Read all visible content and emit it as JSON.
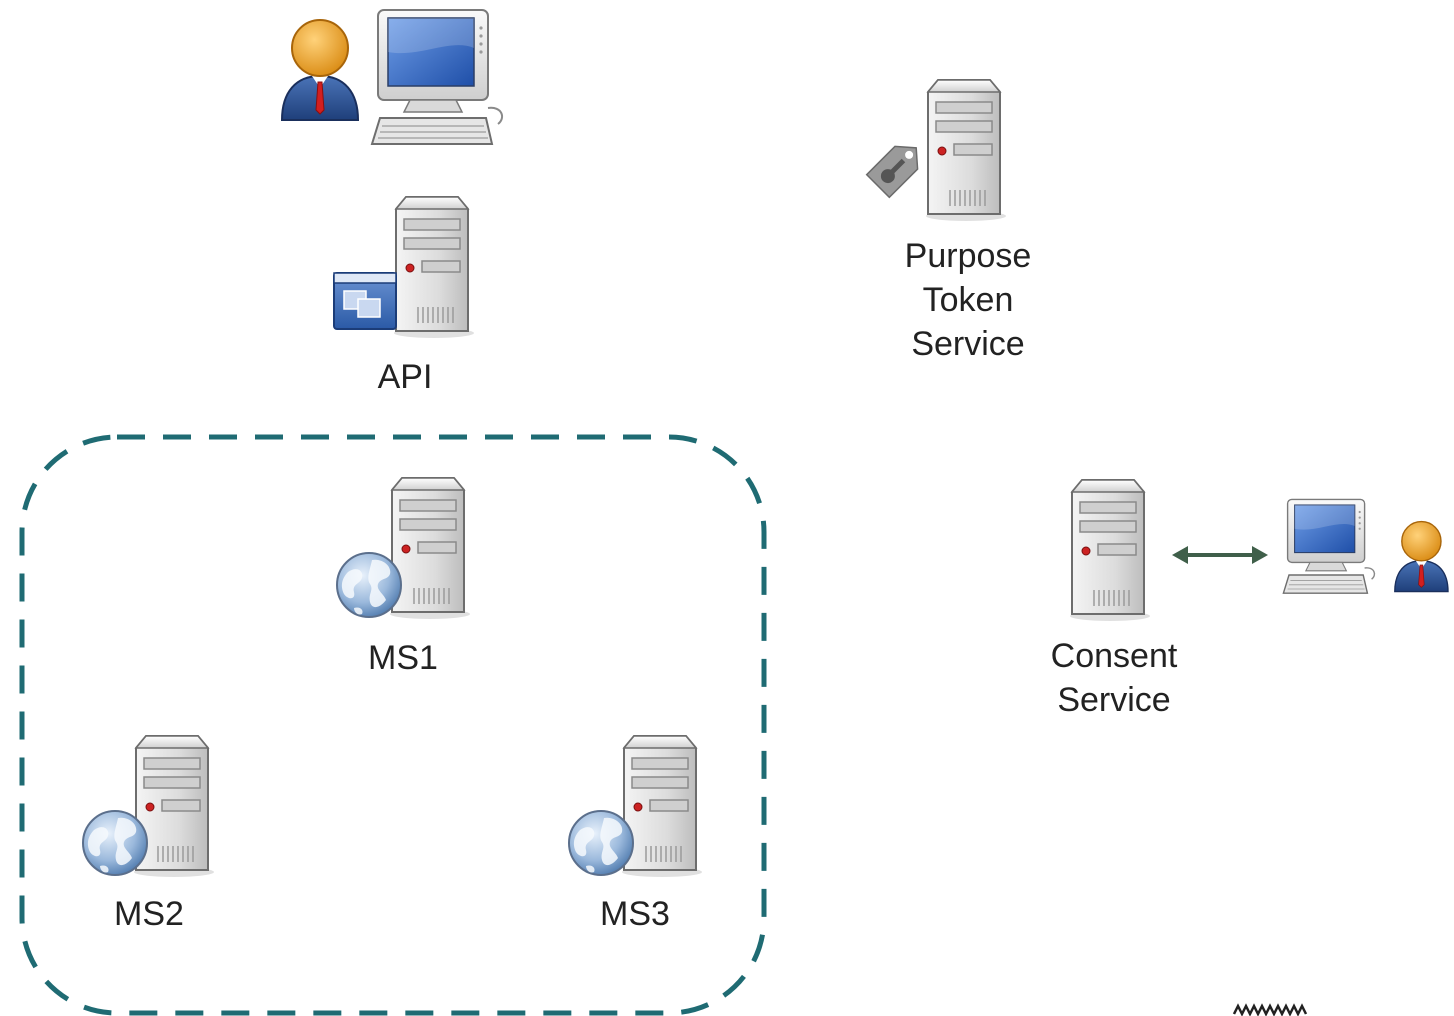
{
  "nodes": {
    "api": {
      "label": "API",
      "icon": "app-server-icon"
    },
    "purpose_token_service": {
      "label": "Purpose\nToken\nService",
      "icon": "key-server-icon"
    },
    "ms1": {
      "label": "MS1",
      "icon": "web-server-icon"
    },
    "ms2": {
      "label": "MS2",
      "icon": "web-server-icon"
    },
    "ms3": {
      "label": "MS3",
      "icon": "web-server-icon"
    },
    "consent_service": {
      "label": "Consent\nService",
      "icon": "server-icon"
    }
  },
  "actors": {
    "top_user": {
      "icon": "user-icon"
    },
    "top_computer": {
      "icon": "desktop-computer-icon"
    },
    "right_user": {
      "icon": "user-icon"
    },
    "right_computer": {
      "icon": "desktop-computer-icon"
    }
  },
  "colors": {
    "boundary": "#1f6b73",
    "arrow": "#3f5f4a",
    "label": "#222222"
  }
}
